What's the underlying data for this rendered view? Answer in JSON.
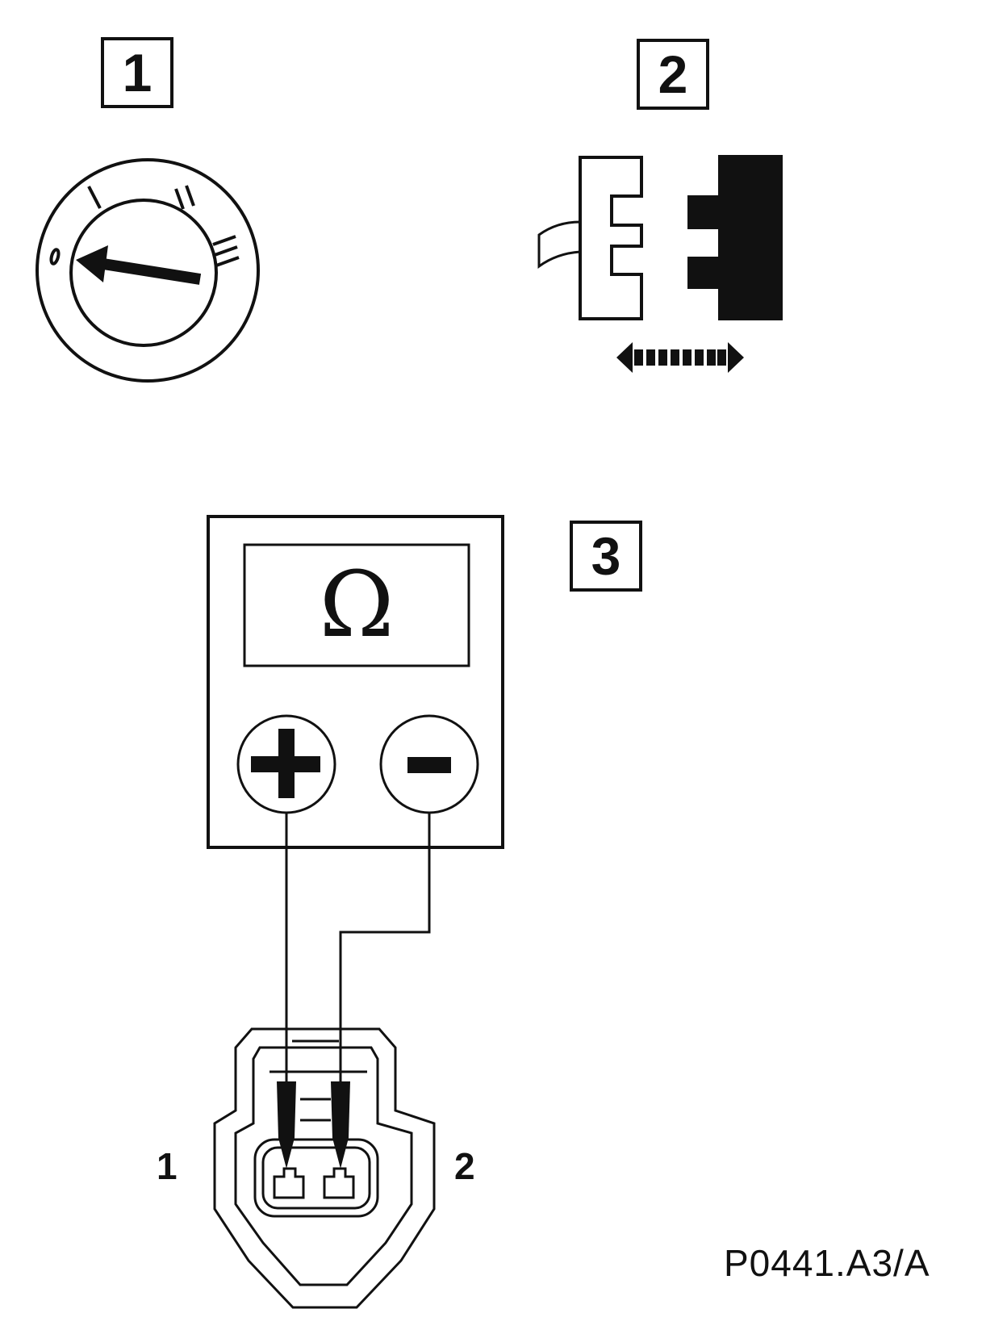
{
  "steps": {
    "step1_label": "1",
    "step2_label": "2",
    "step3_label": "3"
  },
  "switch_dial": {
    "positions": [
      "0",
      "I",
      "II",
      "III"
    ],
    "pointer_position": "0"
  },
  "meter": {
    "display_symbol": "Ω",
    "positive_terminal": "+",
    "negative_terminal": "−"
  },
  "connector": {
    "pin1_label": "1",
    "pin2_label": "2"
  },
  "figure_code": "P0441.A3/A"
}
